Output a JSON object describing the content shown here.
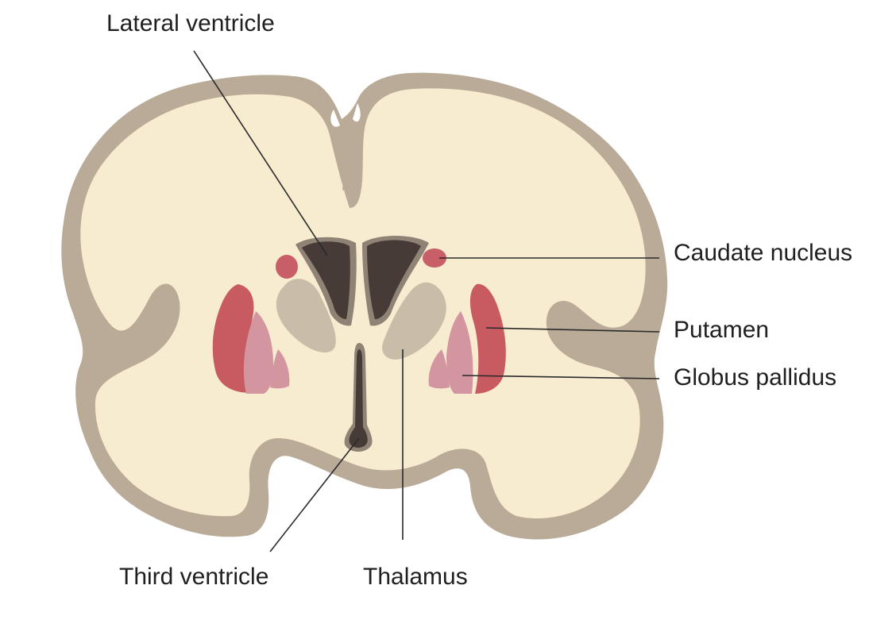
{
  "labels": {
    "lateral_ventricle": "Lateral ventricle",
    "caudate_nucleus": "Caudate nucleus",
    "putamen": "Putamen",
    "globus_pallidus": "Globus pallidus",
    "third_ventricle": "Third ventricle",
    "thalamus": "Thalamus"
  },
  "colors": {
    "background": "#ffffff",
    "cortex_outline": "#b9ab97",
    "white_matter": "#f8ecd0",
    "ventricle": "#463b37",
    "ventricle_rim": "#8f8376",
    "thalamus": "#c9bca8",
    "caudate": "#c85e68",
    "putamen": "#c85a61",
    "globus_pallidus": "#d3959f",
    "leader_line": "#2a2a2a"
  }
}
